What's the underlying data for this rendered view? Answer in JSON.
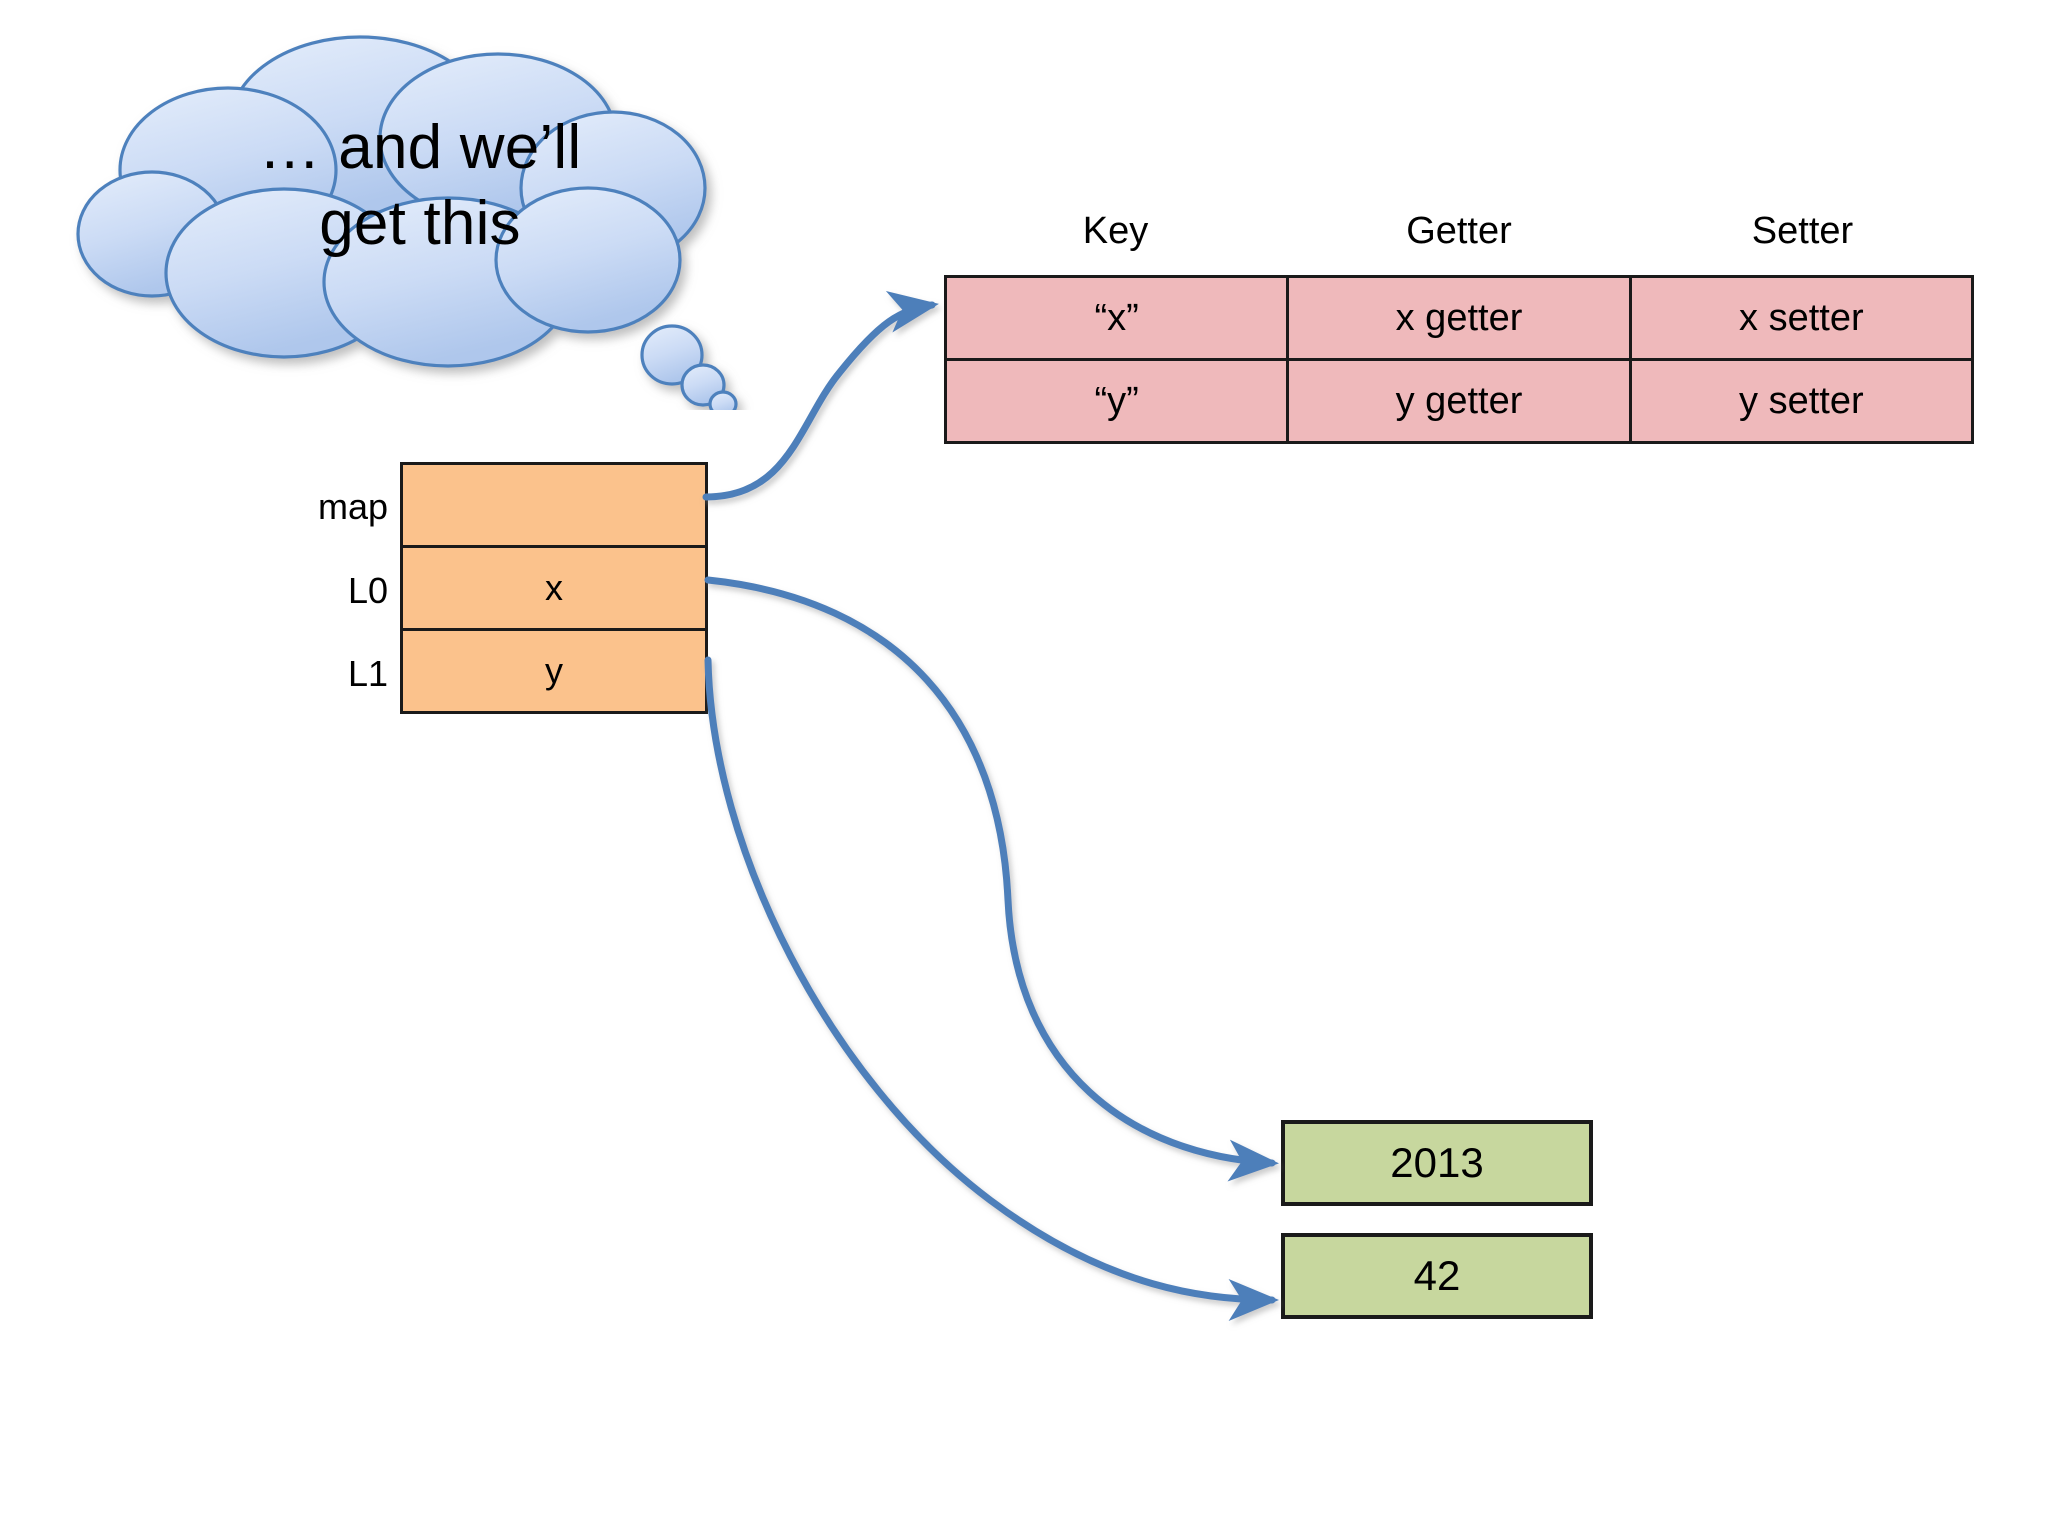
{
  "slide": {
    "background_color": "#ffffff",
    "thought_bubble": {
      "text": "… and we’ll\nget this",
      "fill_top": "#DCE6F7",
      "fill_bottom": "#B4CBEE",
      "stroke": "#4E81BD"
    },
    "map_object": {
      "border_color": "#1a1a1a",
      "fill": "#FBC28C",
      "rows": [
        {
          "label": "map",
          "value": ""
        },
        {
          "label": "L0",
          "value": "x"
        },
        {
          "label": "L1",
          "value": "y"
        }
      ]
    },
    "property_table": {
      "fill": "#EFB9BB",
      "border_color": "#1a1a1a",
      "headers": [
        "Key",
        "Getter",
        "Setter"
      ],
      "rows": [
        [
          "“x”",
          "x getter",
          "x setter"
        ],
        [
          "“y”",
          "y getter",
          "y setter"
        ]
      ]
    },
    "value_boxes": [
      {
        "value": "2013",
        "fill": "#C7D79E"
      },
      {
        "value": "42",
        "fill": "#C7D79E"
      }
    ],
    "connectors": {
      "color": "#4E7FBA",
      "items": [
        {
          "name": "map-to-table",
          "from": "map-row",
          "to": "property-table"
        },
        {
          "name": "l0-to-2013",
          "from": "L0",
          "to": "2013"
        },
        {
          "name": "l1-to-42",
          "from": "L1",
          "to": "42"
        }
      ]
    }
  }
}
